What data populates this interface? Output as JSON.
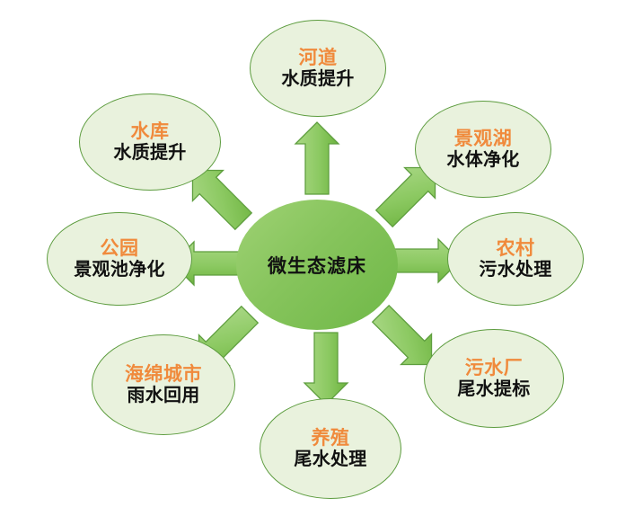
{
  "diagram": {
    "center": {
      "label": "微生态滤床",
      "name": "center-node"
    },
    "colors": {
      "title_orange": "#F08A3C",
      "subtitle_black": "#111111",
      "node_fill": "#E9F2DD",
      "node_border": "#5D9C3F",
      "center_fill_light": "#9FD274",
      "center_fill_dark": "#6FB847",
      "arrow_light": "#A6D77F",
      "arrow_dark": "#6DB33F",
      "arrow_stroke": "#5E9E3E",
      "background": "#FFFFFF"
    },
    "nodes": [
      {
        "id": "node-top",
        "title": "河道",
        "subtitle": "水质提升",
        "direction": "up"
      },
      {
        "id": "node-topright",
        "title": "景观湖",
        "subtitle": "水体净化",
        "direction": "up-right"
      },
      {
        "id": "node-right",
        "title": "农村",
        "subtitle": "污水处理",
        "direction": "right"
      },
      {
        "id": "node-botright",
        "title": "污水厂",
        "subtitle": "尾水提标",
        "direction": "down-right"
      },
      {
        "id": "node-bottom",
        "title": "养殖",
        "subtitle": "尾水处理",
        "direction": "down"
      },
      {
        "id": "node-botleft",
        "title": "海绵城市",
        "subtitle": "雨水回用",
        "direction": "down-left"
      },
      {
        "id": "node-left",
        "title": "公园",
        "subtitle": "景观池净化",
        "direction": "left"
      },
      {
        "id": "node-topleft",
        "title": "水库",
        "subtitle": "水质提升",
        "direction": "up-left"
      }
    ],
    "arrow_count": 8
  }
}
